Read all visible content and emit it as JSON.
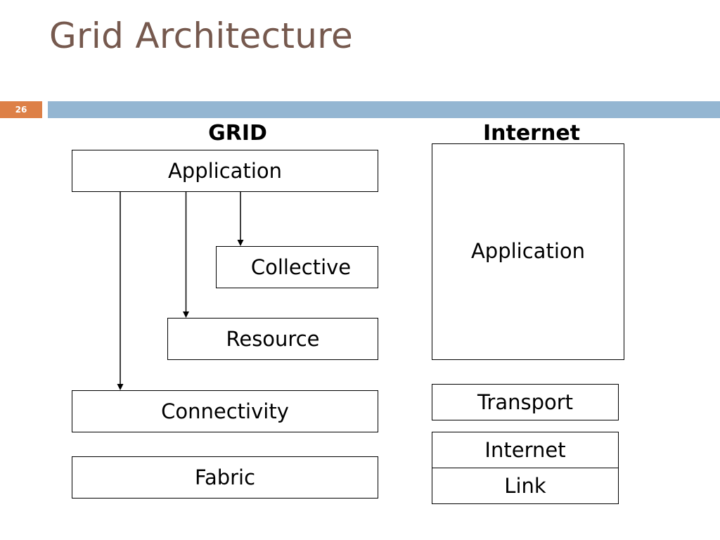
{
  "slide": {
    "title": "Grid Architecture",
    "number": "26"
  },
  "colors": {
    "title_text": "#76594e",
    "slide_number_bg": "#dd8047",
    "header_bar": "#94b6d2",
    "box_border": "#000000"
  },
  "grid": {
    "heading": "GRID",
    "layers": {
      "application": "Application",
      "collective": "Collective",
      "resource": "Resource",
      "connectivity": "Connectivity",
      "fabric": "Fabric"
    }
  },
  "internet": {
    "heading": "Internet",
    "layers": {
      "application": "Application",
      "transport": "Transport",
      "internet": "Internet",
      "link": "Link"
    }
  }
}
